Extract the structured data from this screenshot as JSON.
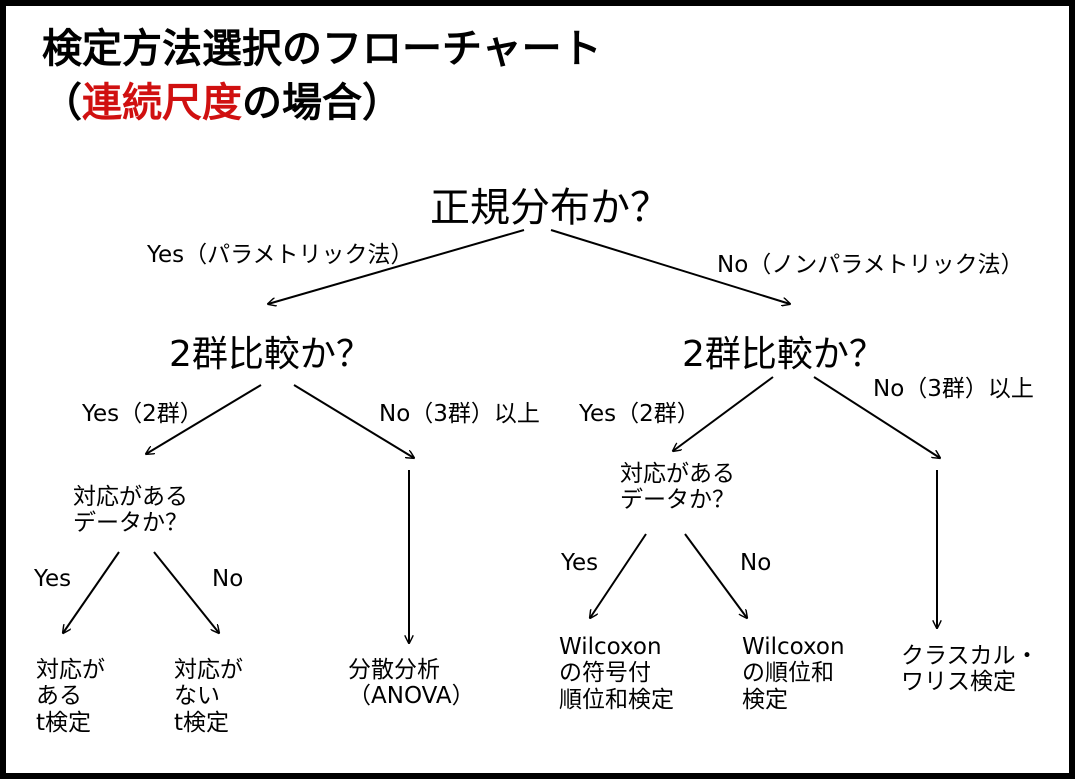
{
  "title": {
    "line1": "検定方法選択のフローチャート",
    "line2_open": "（",
    "line2_red": "連続尺度",
    "line2_rest": "の場合）"
  },
  "colors": {
    "accent_red": "#d01010",
    "border": "#000000"
  },
  "root": {
    "question": "正規分布か？",
    "yes_label": "Yes（パラメトリック法）",
    "no_label": "No（ノンパラメトリック法）"
  },
  "left": {
    "question": "2群比較か？",
    "yes_label": "Yes（2群）",
    "no_label": "No（3群）以上",
    "paired_question": "対応がある\nデータか？",
    "paired_yes": "Yes",
    "paired_no": "No",
    "result_paired": "対応が\nある\nt検定",
    "result_unpaired": "対応が\nない\nt検定",
    "result_multi": "分散分析\n（ANOVA）"
  },
  "right": {
    "question": "2群比較か？",
    "yes_label": "Yes（2群）",
    "no_label": "No（3群）以上",
    "paired_question": "対応がある\nデータか？",
    "paired_yes": "Yes",
    "paired_no": "No",
    "result_paired": "Wilcoxon\nの符号付\n順位和検定",
    "result_unpaired": "Wilcoxon\nの順位和\n検定",
    "result_multi": "クラスカル・\nワリス検定"
  }
}
